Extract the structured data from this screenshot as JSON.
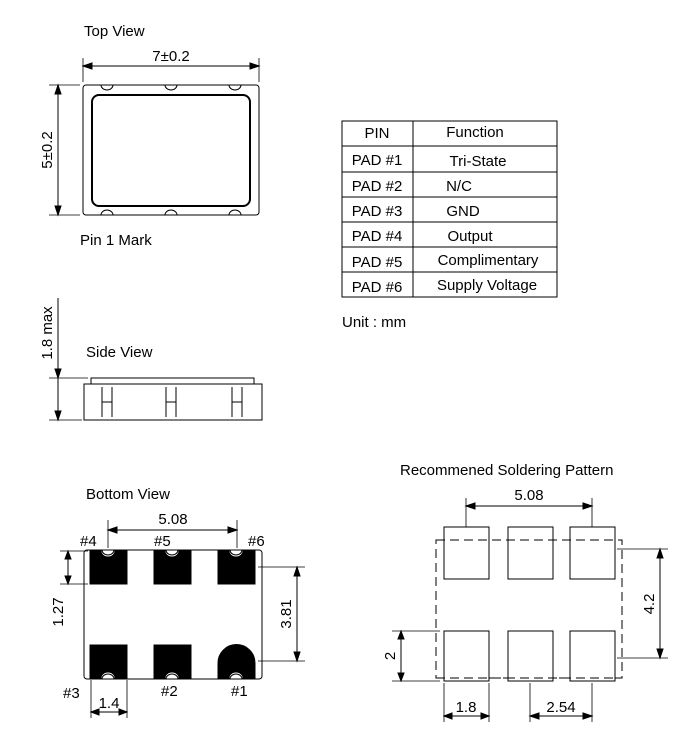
{
  "top_view": {
    "title": "Top View",
    "width_dim": "7±0.2",
    "height_dim": "5±0.2",
    "pin1_label": "Pin 1 Mark"
  },
  "side_view": {
    "title": "Side View",
    "height_dim": "1.8 max"
  },
  "pin_table": {
    "headers": [
      "PIN",
      "Function"
    ],
    "rows": [
      [
        "PAD #1",
        "Tri-State"
      ],
      [
        "PAD #2",
        "N/C"
      ],
      [
        "PAD #3",
        "GND"
      ],
      [
        "PAD #4",
        "Output"
      ],
      [
        "PAD #5",
        "Complimentary"
      ],
      [
        "PAD #6",
        "Supply Voltage"
      ]
    ],
    "unit": "Unit : mm"
  },
  "bottom_view": {
    "title": "Bottom View",
    "pitch_dim": "5.08",
    "height_dim": "3.81",
    "pad_height_dim": "1.27",
    "pad_width_dim": "1.4",
    "labels": {
      "p4": "#4",
      "p5": "#5",
      "p6": "#6",
      "p3": "#3",
      "p2": "#2",
      "p1": "#1"
    }
  },
  "solder_pattern": {
    "title": "Recommened Soldering Pattern",
    "pitch_dim": "5.08",
    "height_dim": "4.2",
    "pad_height_dim": "2",
    "pad_width_dim": "1.8",
    "pad_pitch_dim": "2.54"
  }
}
